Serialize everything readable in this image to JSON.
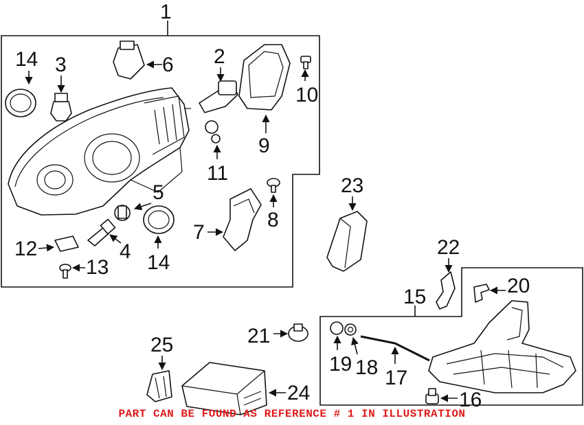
{
  "callouts": {
    "c1": "1",
    "c2": "2",
    "c3": "3",
    "c4": "4",
    "c5": "5",
    "c6": "6",
    "c7": "7",
    "c8": "8",
    "c9": "9",
    "c10": "10",
    "c11": "11",
    "c12": "12",
    "c13": "13",
    "c14a": "14",
    "c14b": "14",
    "c15": "15",
    "c16": "16",
    "c17": "17",
    "c18": "18",
    "c19": "19",
    "c20": "20",
    "c21": "21",
    "c22": "22",
    "c23": "23",
    "c24": "24",
    "c25": "25"
  },
  "footer": {
    "note": "PART CAN BE FOUND AS REFERENCE # 1 IN ILLUSTRATION"
  },
  "colors": {
    "note_red": "#e01b1b",
    "line": "#111111"
  }
}
